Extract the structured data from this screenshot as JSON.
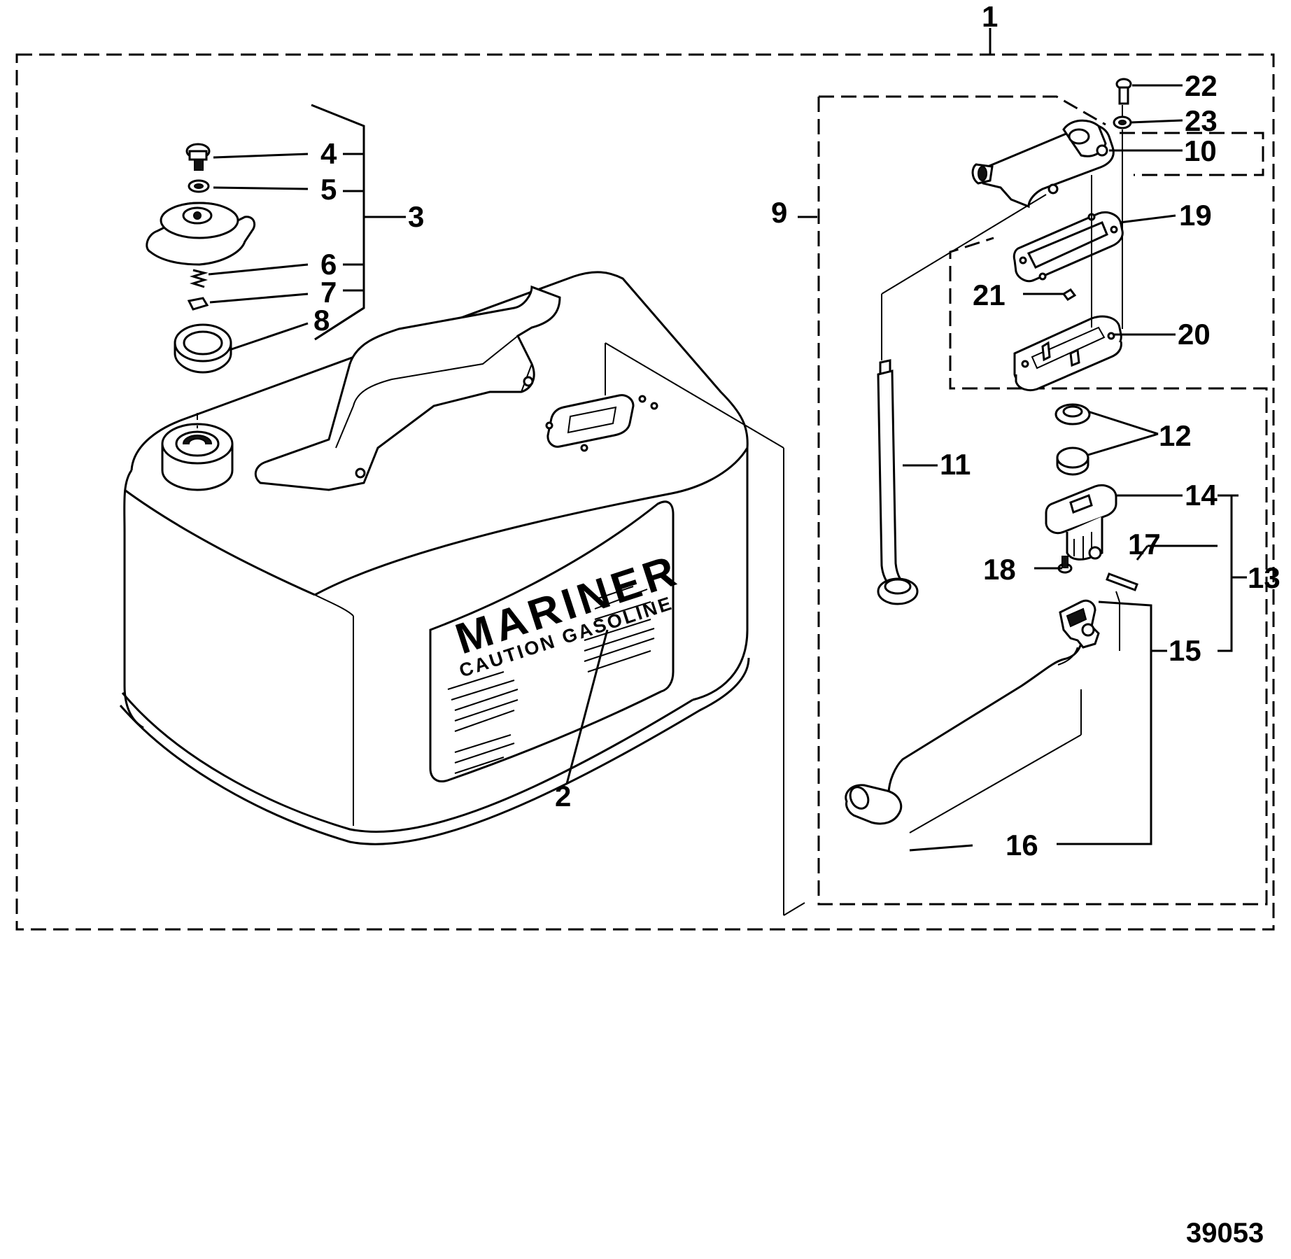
{
  "callouts": {
    "c1": "1",
    "c2": "2",
    "c3": "3",
    "c4": "4",
    "c5": "5",
    "c6": "6",
    "c7": "7",
    "c8": "8",
    "c9": "9",
    "c10": "10",
    "c11": "11",
    "c12": "12",
    "c13": "13",
    "c14": "14",
    "c15": "15",
    "c16": "16",
    "c17": "17",
    "c18": "18",
    "c19": "19",
    "c20": "20",
    "c21": "21",
    "c22": "22",
    "c23": "23"
  },
  "tank_label": {
    "brand": "MARINER",
    "caution": "CAUTION GASOLINE"
  },
  "figure_number": "39053"
}
